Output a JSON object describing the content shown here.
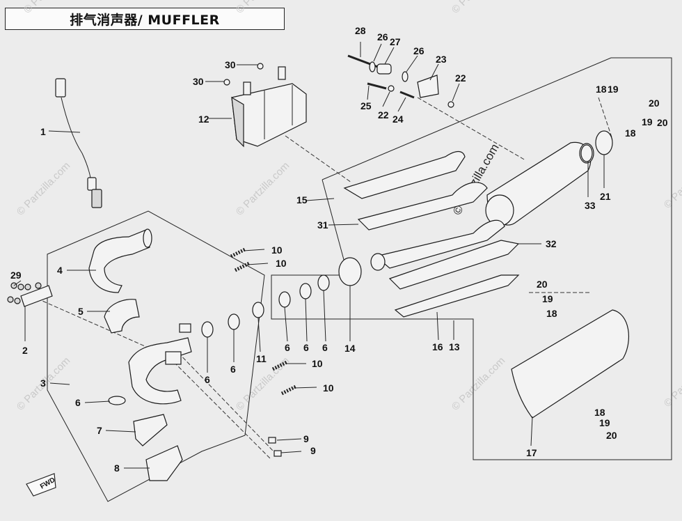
{
  "title": "排气消声器/ MUFFLER",
  "watermark": "© Partzilla.com",
  "callouts": [
    {
      "id": "c1",
      "text": "1"
    },
    {
      "id": "c2",
      "text": "2"
    },
    {
      "id": "c3",
      "text": "3"
    },
    {
      "id": "c4",
      "text": "4"
    },
    {
      "id": "c5",
      "text": "5"
    },
    {
      "id": "c6a",
      "text": "6"
    },
    {
      "id": "c6b",
      "text": "6"
    },
    {
      "id": "c6c",
      "text": "6"
    },
    {
      "id": "c6d",
      "text": "6"
    },
    {
      "id": "c6e",
      "text": "6"
    },
    {
      "id": "c6f",
      "text": "6"
    },
    {
      "id": "c7",
      "text": "7"
    },
    {
      "id": "c8",
      "text": "8"
    },
    {
      "id": "c9a",
      "text": "9"
    },
    {
      "id": "c9b",
      "text": "9"
    },
    {
      "id": "c10a",
      "text": "10"
    },
    {
      "id": "c10b",
      "text": "10"
    },
    {
      "id": "c10c",
      "text": "10"
    },
    {
      "id": "c10d",
      "text": "10"
    },
    {
      "id": "c11",
      "text": "11"
    },
    {
      "id": "c12",
      "text": "12"
    },
    {
      "id": "c13",
      "text": "13"
    },
    {
      "id": "c14",
      "text": "14"
    },
    {
      "id": "c15",
      "text": "15"
    },
    {
      "id": "c16",
      "text": "16"
    },
    {
      "id": "c17",
      "text": "17"
    },
    {
      "id": "c18a",
      "text": "18"
    },
    {
      "id": "c18b",
      "text": "18"
    },
    {
      "id": "c18c",
      "text": "18"
    },
    {
      "id": "c18d",
      "text": "18"
    },
    {
      "id": "c19a",
      "text": "19"
    },
    {
      "id": "c19b",
      "text": "19"
    },
    {
      "id": "c19c",
      "text": "19"
    },
    {
      "id": "c19d",
      "text": "19"
    },
    {
      "id": "c20a",
      "text": "20"
    },
    {
      "id": "c20b",
      "text": "20"
    },
    {
      "id": "c20c",
      "text": "20"
    },
    {
      "id": "c20d",
      "text": "20"
    },
    {
      "id": "c21",
      "text": "21"
    },
    {
      "id": "c22a",
      "text": "22"
    },
    {
      "id": "c22b",
      "text": "22"
    },
    {
      "id": "c23",
      "text": "23"
    },
    {
      "id": "c24",
      "text": "24"
    },
    {
      "id": "c25",
      "text": "25"
    },
    {
      "id": "c26a",
      "text": "26"
    },
    {
      "id": "c26b",
      "text": "26"
    },
    {
      "id": "c27",
      "text": "27"
    },
    {
      "id": "c28",
      "text": "28"
    },
    {
      "id": "c29",
      "text": "29"
    },
    {
      "id": "c30a",
      "text": "30"
    },
    {
      "id": "c30b",
      "text": "30"
    },
    {
      "id": "c31",
      "text": "31"
    },
    {
      "id": "c32",
      "text": "32"
    },
    {
      "id": "c33",
      "text": "33"
    }
  ],
  "fwd_label": "FWD"
}
